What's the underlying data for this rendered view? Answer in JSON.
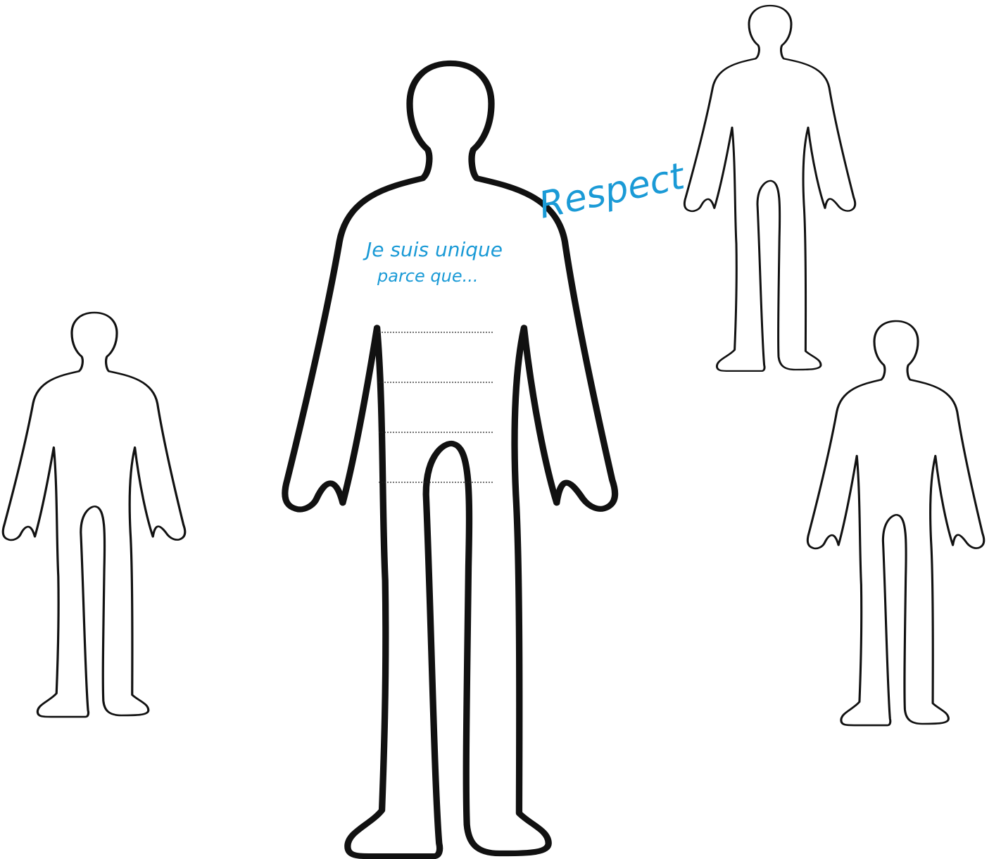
{
  "worksheet": {
    "prompt_line_1": "Je suis unique",
    "prompt_line_2": "parce que...",
    "respect_label": "Respect",
    "writing_lines_count": 4,
    "figures": [
      "large-center-figure",
      "small-left-figure",
      "small-top-right-figure",
      "small-bottom-right-figure"
    ],
    "colors": {
      "outline": "#111111",
      "handwriting": "#1a9ad6",
      "background": "#ffffff"
    }
  }
}
